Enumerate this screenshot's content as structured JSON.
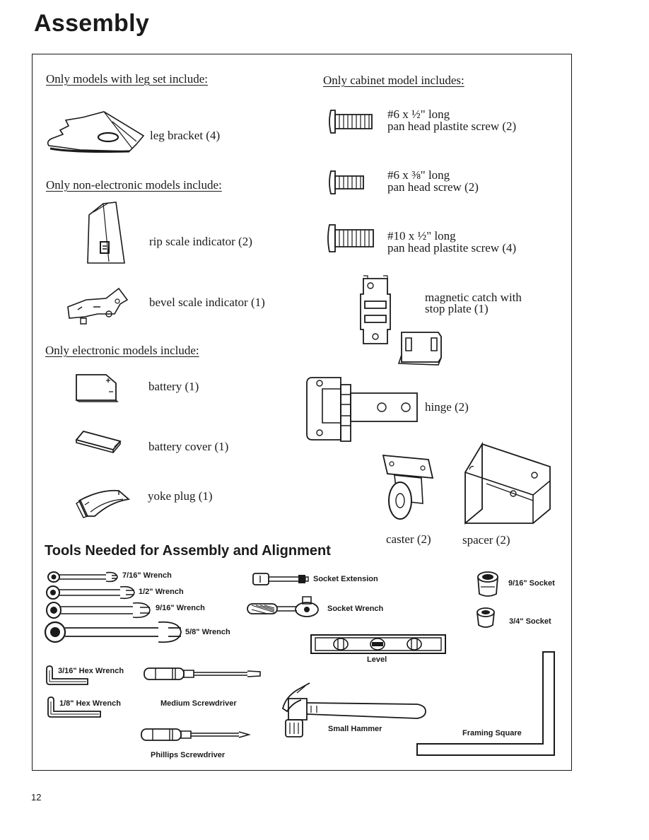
{
  "page": {
    "title": "Assembly",
    "page_number": "12"
  },
  "sections": {
    "leg_set": {
      "heading": "Only models with leg set include:",
      "items": [
        {
          "label": "leg bracket (4)"
        }
      ]
    },
    "non_electronic": {
      "heading": "Only non-electronic models include:",
      "items": [
        {
          "label": "rip scale indicator (2)"
        },
        {
          "label": "bevel scale indicator (1)"
        }
      ]
    },
    "electronic": {
      "heading": "Only electronic models include:",
      "items": [
        {
          "label": "battery (1)"
        },
        {
          "label": "battery cover (1)"
        },
        {
          "label": "yoke plug (1)"
        }
      ]
    },
    "cabinet": {
      "heading": "Only cabinet model includes:",
      "screws": [
        {
          "line1": "#6 x ½\" long",
          "line2": "pan head plastite screw (2)"
        },
        {
          "line1": "#6 x ⅜\" long",
          "line2": "pan head screw (2)"
        },
        {
          "line1": "#10 x ½\" long",
          "line2": "pan head plastite screw (4)"
        }
      ],
      "magnetic_catch": {
        "line1": "magnetic catch with",
        "line2": "stop plate (1)"
      },
      "hinge": "hinge (2)",
      "caster": "caster (2)",
      "spacer": "spacer (2)"
    }
  },
  "tools": {
    "heading": "Tools Needed for Assembly and Alignment",
    "wrench_7_16": "7/16\" Wrench",
    "wrench_1_2": "1/2\" Wrench",
    "wrench_9_16": "9/16\" Wrench",
    "wrench_5_8": "5/8\" Wrench",
    "socket_extension": "Socket Extension",
    "socket_wrench": "Socket Wrench",
    "socket_9_16": "9/16\" Socket",
    "socket_3_4": "3/4\" Socket",
    "level": "Level",
    "hex_3_16": "3/16\" Hex Wrench",
    "hex_1_8": "1/8\" Hex Wrench",
    "medium_screwdriver": "Medium Screwdriver",
    "phillips_screwdriver": "Phillips Screwdriver",
    "small_hammer": "Small Hammer",
    "framing_square": "Framing Square"
  }
}
